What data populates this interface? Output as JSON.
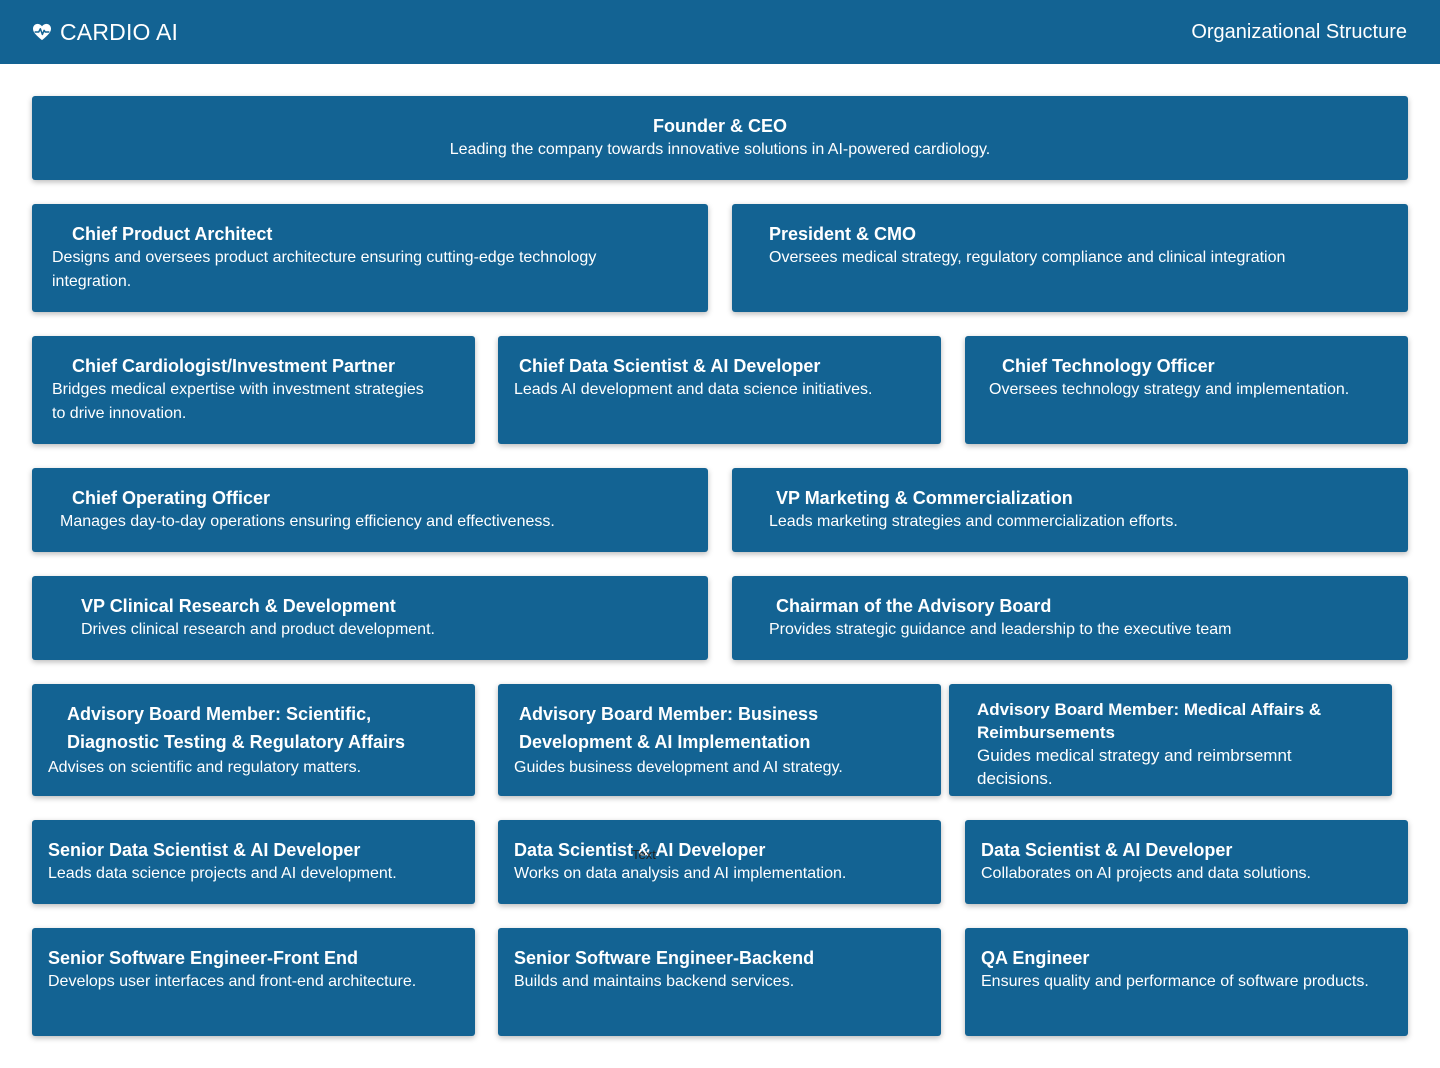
{
  "header": {
    "brand": "CARDIO AI",
    "brand_icon": "heart-pulse-icon",
    "page_title": "Organizational Structure",
    "color": "#136393"
  },
  "cards": {
    "ceo": {
      "title": "Founder & CEO",
      "desc": "Leading the company towards innovative solutions in AI-powered cardiology."
    },
    "cpa": {
      "title": "Chief Product Architect",
      "desc": "Designs and oversees product architecture ensuring cutting-edge technology integration."
    },
    "president": {
      "title": "President & CMO",
      "desc": "Oversees medical strategy, regulatory compliance and clinical integration"
    },
    "cardiologist": {
      "title": "Chief Cardiologist/Investment Partner",
      "desc": "Bridges medical expertise with investment strategies to drive innovation."
    },
    "cds": {
      "title": "Chief Data Scientist & AI Developer",
      "desc": "Leads AI development and data science initiatives."
    },
    "cto": {
      "title": "Chief Technology Officer",
      "desc": "Oversees technology strategy and implementation."
    },
    "coo": {
      "title": "Chief Operating Officer",
      "desc": "Manages day-to-day operations ensuring efficiency and effectiveness."
    },
    "vp_marketing": {
      "title": "VP Marketing & Commercialization",
      "desc": "Leads marketing strategies and commercialization efforts."
    },
    "vp_clinical": {
      "title": "VP Clinical Research & Development",
      "desc": "Drives clinical research and product development."
    },
    "chairman": {
      "title": "Chairman of the Advisory Board",
      "desc": "Provides strategic guidance and leadership to the executive team"
    },
    "adv_scientific": {
      "title": "Advisory Board Member: Scientific, Diagnostic Testing & Regulatory Affairs",
      "desc": "Advises on scientific and regulatory matters."
    },
    "adv_business": {
      "title": "Advisory Board Member: Business Development & AI Implementation",
      "desc": "Guides business development and AI strategy."
    },
    "adv_medical": {
      "title": "Advisory Board Member: Medical Affairs & Reimbursements",
      "desc": "Guides medical strategy and reimbrsemnt decisions."
    },
    "senior_ds": {
      "title": "Senior Data Scientist & AI Developer",
      "desc": "Leads data science projects and AI development."
    },
    "ds_1": {
      "title": "Data Scientist & AI Developer",
      "desc": "Works on data analysis and AI implementation."
    },
    "ds_2": {
      "title": "Data Scientist & AI Developer",
      "desc": "Collaborates on AI projects and data solutions."
    },
    "swe_fe": {
      "title": "Senior Software Engineer-Front End",
      "desc": "Develops user interfaces and front-end architecture."
    },
    "swe_be": {
      "title": "Senior Software Engineer-Backend",
      "desc": "Builds and maintains backend services."
    },
    "qa": {
      "title": "QA Engineer",
      "desc": "Ensures quality and performance of software products."
    }
  },
  "stray_text": "Text"
}
